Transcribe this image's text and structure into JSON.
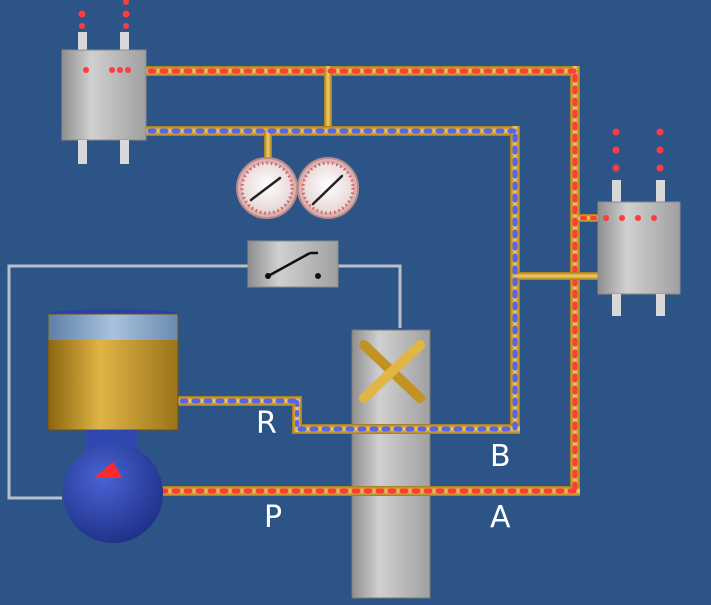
{
  "ports": {
    "r": "R",
    "b": "B",
    "p": "P",
    "a": "A"
  },
  "colors": {
    "background": "#2d5487",
    "pipe": "#d8a52c",
    "pressure_dot": "#ff3b3b",
    "return_dot": "#5b63e6",
    "body_gray": "#c4c4c4",
    "tank_gold": "#c99a2a",
    "pump_blue": "#2f47b0"
  },
  "components": [
    "cylinder-left",
    "cylinder-right",
    "pressure-gauge-left",
    "pressure-gauge-right",
    "pressure-switch",
    "directional-valve",
    "oil-tank",
    "pump"
  ]
}
